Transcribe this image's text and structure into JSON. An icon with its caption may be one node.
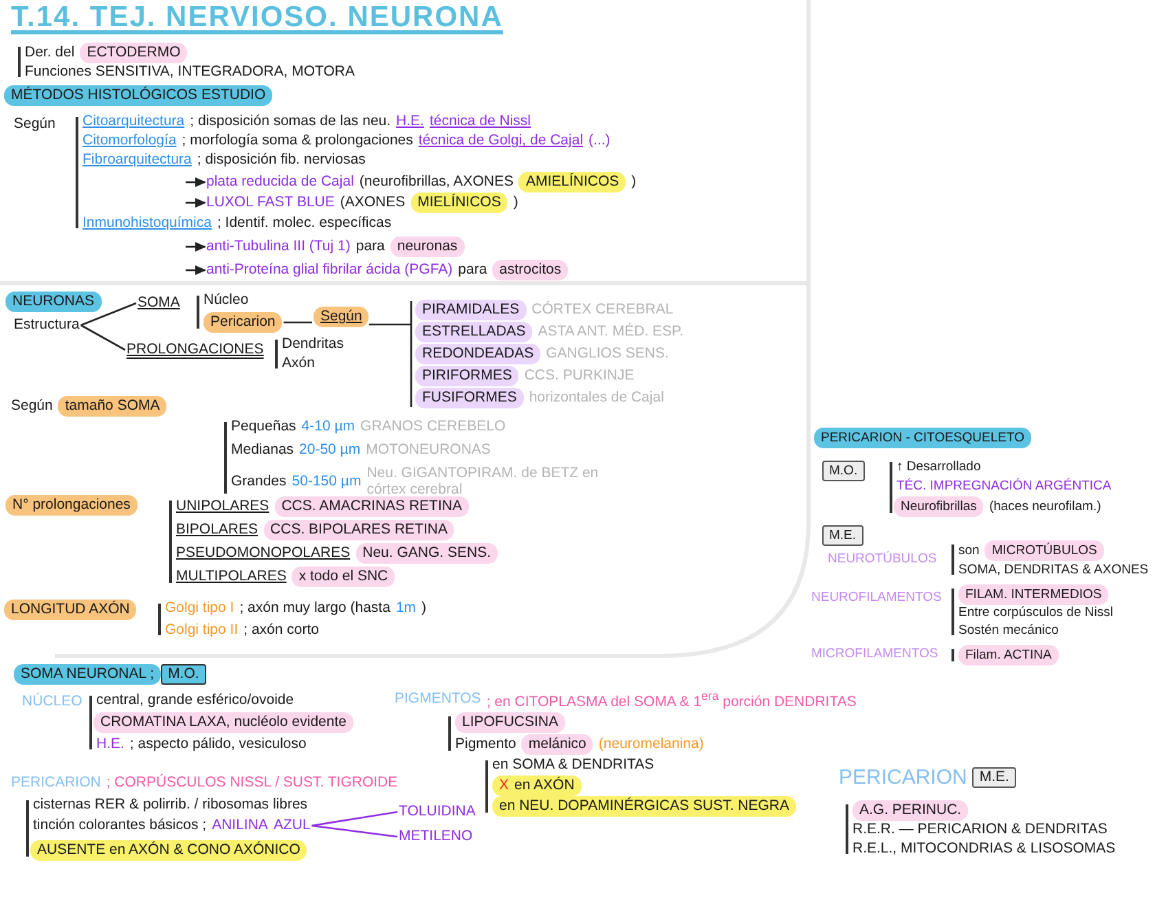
{
  "diagram": {
    "title": "T.14. TEJ. NERVIOSO. NEURONA",
    "nodes": [
      {
        "text": [
          "ECTODERMO"
        ]
      },
      {
        "text": [
          "MÉTODOS HISTOLÓGICOS ESTUDIO"
        ]
      },
      {
        "text": [
          "plata reducida de Cajal"
        ]
      },
      {
        "text": [
          "AMIELÍNICOS"
        ]
      },
      {
        "text": [
          "LUXOL FAST BLUE"
        ]
      },
      {
        "text": [
          "MIELÍNICOS"
        ]
      },
      {
        "text": [
          "anti-Tubulina III (Tuj 1)"
        ]
      },
      {
        "text": [
          "neuronas"
        ]
      },
      {
        "text": [
          "anti-Proteína glial fibrilar ácida (PGFA)"
        ]
      },
      {
        "text": [
          "astrocitos"
        ]
      },
      {
        "text": [
          "NEURONAS"
        ]
      },
      {
        "text": [
          "Estructura"
        ]
      },
      {
        "text": [
          "SOMA"
        ]
      },
      {
        "text": [
          "Pericarion"
        ]
      },
      {
        "text": [
          "Según"
        ]
      },
      {
        "text": [
          "PIRAMIDALES"
        ]
      },
      {
        "text": [
          "ESTRELLADAS"
        ]
      },
      {
        "text": [
          "REDONDEADAS"
        ]
      },
      {
        "text": [
          "PIRIFORMES"
        ]
      },
      {
        "text": [
          "FUSIFORMES"
        ]
      },
      {
        "text": [
          "PROLONGACIONES"
        ]
      },
      {
        "text": [
          "tamaño SOMA"
        ]
      },
      {
        "text": [
          "N° prolongaciones"
        ]
      },
      {
        "text": [
          "CCS. AMACRINAS RETINA"
        ]
      },
      {
        "text": [
          "CCS. BIPOLARES RETINA"
        ]
      },
      {
        "text": [
          "Neu. GANG. SENS."
        ]
      },
      {
        "text": [
          "x todo el SNC"
        ]
      },
      {
        "text": [
          "LONGITUD AXÓN"
        ]
      },
      {
        "text": [
          "PERICARION - CITOESQUELETO"
        ]
      },
      {
        "text": [
          "M.O."
        ]
      },
      {
        "text": [
          "Neurofibrillas"
        ]
      },
      {
        "text": [
          "M.E."
        ]
      },
      {
        "text": [
          "MICROTÚBULOS"
        ]
      },
      {
        "text": [
          "FILAM. INTERMEDIOS"
        ]
      },
      {
        "text": [
          "Filam. ACTINA"
        ]
      },
      {
        "text": [
          "SOMA NEURONAL ;"
        ]
      },
      {
        "text": [
          "M.O."
        ]
      },
      {
        "text": [
          "CROMATINA LAXA, nucléolo evidente"
        ]
      },
      {
        "text": [
          "AZUL"
        ]
      },
      {
        "text": [
          "TOLUIDINA"
        ]
      },
      {
        "text": [
          "METILENO"
        ]
      },
      {
        "text": [
          "AUSENTE en AXÓN & CONO AXÓNICO"
        ]
      },
      {
        "text": [
          "LIPOFUCSINA"
        ]
      },
      {
        "text": [
          "melánico"
        ]
      },
      {
        "text": [
          "X",
          "en AXÓN"
        ]
      },
      {
        "text": [
          "en NEU. DOPAMINÉRGICAS SUST. NEGRA"
        ]
      },
      {
        "text": [
          "M.E."
        ]
      },
      {
        "text": [
          "A.G. PERINUC."
        ]
      }
    ],
    "edges": [
      {
        "from": null,
        "to": 2,
        "arrow": "to"
      },
      {
        "from": null,
        "to": 4,
        "arrow": "to"
      },
      {
        "from": null,
        "to": 6,
        "arrow": "to"
      },
      {
        "from": null,
        "to": 8,
        "arrow": "to"
      },
      {
        "from": 11,
        "to": 12,
        "arrow": "none"
      },
      {
        "from": 11,
        "to": 20,
        "arrow": "none"
      },
      {
        "from": 13,
        "to": 14,
        "arrow": "none"
      },
      {
        "from": 14,
        "to": 15,
        "arrow": "none"
      },
      {
        "from": 14,
        "to": 16,
        "arrow": "none"
      },
      {
        "from": 14,
        "to": 17,
        "arrow": "none"
      },
      {
        "from": 14,
        "to": 18,
        "arrow": "none"
      },
      {
        "from": 14,
        "to": 19,
        "arrow": "none"
      },
      {
        "from": 38,
        "to": 39,
        "arrow": "none",
        "color": "#8e2de2"
      },
      {
        "from": 38,
        "to": 40,
        "arrow": "none",
        "color": "#8e2de2"
      }
    ],
    "labels": [
      "Der. del",
      "Funciones SENSITIVA, INTEGRADORA, MOTORA",
      "Según",
      "Citoarquitectura",
      "; disposición somas de las neu.",
      "H.E.",
      "técnica de Nissl",
      "Citomorfología",
      "; morfología soma & prolongaciones",
      "técnica de Golgi, de Cajal",
      "(...)",
      "Fibroarquitectura",
      "; disposición fib. nerviosas",
      "(neurofibrillas, AXONES",
      ")",
      "(AXONES",
      ")",
      "Inmunohistoquímica",
      "; Identif. molec. específicas",
      "para",
      "para",
      "Núcleo",
      "CÓRTEX CEREBRAL",
      "ASTA ANT. MÉD. ESP.",
      "GANGLIOS SENS.",
      "CCS. PURKINJE",
      "horizontales de Cajal",
      "Dendritas",
      "Axón",
      "Según",
      "Pequeñas",
      "4-10 µm",
      "GRANOS CEREBELO",
      "Medianas",
      "20-50 µm",
      "MOTONEURONAS",
      "Grandes",
      "50-150 µm",
      "Neu. GIGANTOPIRAM. de BETZ en córtex cerebral",
      "UNIPOLARES",
      "BIPOLARES",
      "PSEUDOMONOPOLARES",
      "MULTIPOLARES",
      "Golgi tipo I",
      "; axón muy largo (hasta",
      "1m",
      ")",
      "Golgi tipo II",
      "; axón corto",
      "↑ Desarrollado",
      "TÉC. IMPREGNACIÓN ARGÉNTICA",
      "(haces neurofilam.)",
      "NEUROTÚBULOS",
      "son",
      "SOMA, DENDRITAS & AXONES",
      "NEUROFILAMENTOS",
      "Entre corpúsculos de Nissl",
      "Sostén mecánico",
      "MICROFILAMENTOS",
      "NÚCLEO",
      "central, grande esférico/ovoide",
      "H.E.",
      "; aspecto pálido, vesiculoso",
      "PERICARION",
      "; CORPÚSCULOS NISSL / SUST. TIGROIDE",
      "cisternas RER & polirrib. / ribosomas libres",
      "tinción colorantes básicos ;",
      "ANILINA",
      "PIGMENTOS",
      "; en CITOPLASMA del SOMA & 1$^{era}$ porción DENDRITAS",
      "Pigmento",
      "(neuromelanina)",
      "en SOMA & DENDRITAS",
      "PERICARION",
      "R.E.R. — PERICARION & DENDRITAS",
      "R.E.L., MITOCONDRIAS & LISOSOMAS"
    ]
  }
}
